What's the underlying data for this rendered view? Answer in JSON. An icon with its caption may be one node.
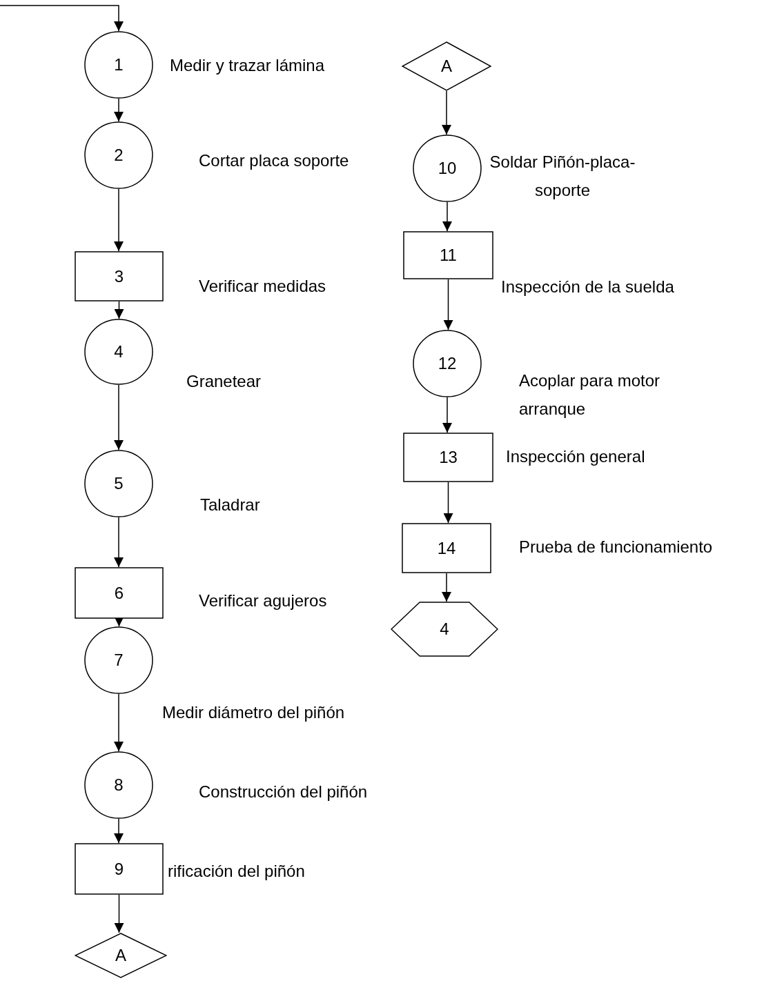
{
  "diagram": {
    "nodes": [
      {
        "text": [
          "1"
        ],
        "beside": [
          "Medir y trazar lámina"
        ]
      },
      {
        "text": [
          "2"
        ],
        "beside": [
          "Cortar placa soporte"
        ]
      },
      {
        "text": [
          "3"
        ],
        "beside": [
          "Verificar medidas"
        ]
      },
      {
        "text": [
          "4"
        ],
        "beside": [
          "Granetear"
        ]
      },
      {
        "text": [
          "5"
        ],
        "beside": [
          "Taladrar"
        ]
      },
      {
        "text": [
          "6"
        ],
        "beside": [
          "Verificar agujeros"
        ]
      },
      {
        "text": [
          "7"
        ],
        "beside": [
          "Medir diámetro del piñón"
        ]
      },
      {
        "text": [
          "8"
        ],
        "beside": [
          "Construcción del piñón"
        ]
      },
      {
        "text": [
          "9"
        ],
        "beside": [
          "rificación del piñón"
        ]
      },
      {
        "text": [
          "A"
        ]
      },
      {
        "text": [
          "A"
        ]
      },
      {
        "text": [
          "10"
        ],
        "beside": [
          "Soldar Piñón-placa- soporte"
        ]
      },
      {
        "text": [
          "11"
        ],
        "beside": [
          "Inspección de la suelda"
        ]
      },
      {
        "text": [
          "12"
        ],
        "beside": [
          "Acoplar para motor arranque"
        ]
      },
      {
        "text": [
          "13"
        ],
        "beside": [
          "Inspección general"
        ]
      },
      {
        "text": [
          "14"
        ],
        "beside": [
          "Prueba de funcionamiento"
        ]
      },
      {
        "text": [
          "4"
        ]
      }
    ],
    "edges": [
      {
        "from": null,
        "to": 0,
        "arrow": "to"
      },
      {
        "from": 0,
        "to": 1,
        "arrow": "to"
      },
      {
        "from": 1,
        "to": 2,
        "arrow": "to"
      },
      {
        "from": 2,
        "to": 3,
        "arrow": "to"
      },
      {
        "from": 3,
        "to": 4,
        "arrow": "to"
      },
      {
        "from": 4,
        "to": 5,
        "arrow": "to"
      },
      {
        "from": 5,
        "to": 6,
        "arrow": "to"
      },
      {
        "from": 6,
        "to": 7,
        "arrow": "to"
      },
      {
        "from": 7,
        "to": 8,
        "arrow": "to"
      },
      {
        "from": 8,
        "to": 9,
        "arrow": "to"
      },
      {
        "from": 10,
        "to": 11,
        "arrow": "to"
      },
      {
        "from": 11,
        "to": 12,
        "arrow": "to"
      },
      {
        "from": 12,
        "to": 13,
        "arrow": "to"
      },
      {
        "from": 13,
        "to": 14,
        "arrow": "to"
      },
      {
        "from": 14,
        "to": 15,
        "arrow": "to"
      },
      {
        "from": 15,
        "to": 16,
        "arrow": "to"
      }
    ]
  }
}
